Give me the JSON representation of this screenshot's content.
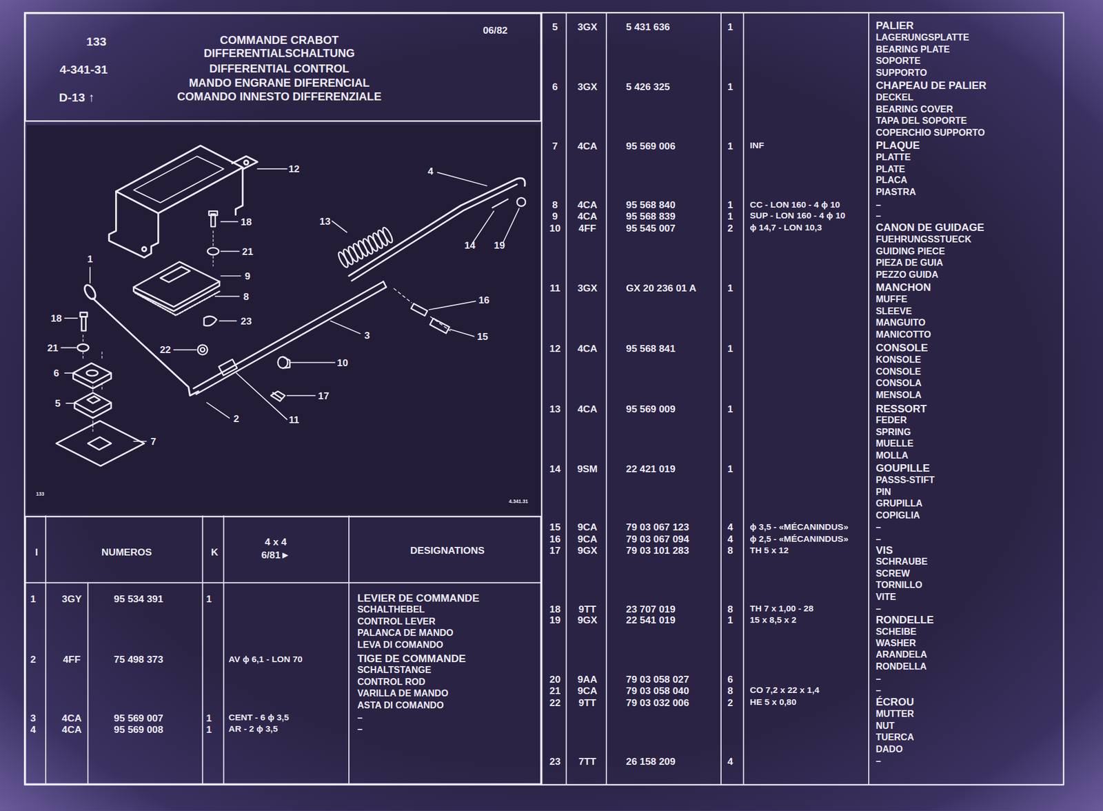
{
  "diagram": {
    "title": "COMMANDE CRABOT",
    "nodes": [
      {
        "text": [
          "133",
          "4-341-31",
          "D-13 ↑",
          "DIFFERENTIALSCHALTUNG",
          "DIFFERENTIAL CONTROL",
          "MANDO ENGRANE DIFERENCIAL",
          "COMANDO INNESTO DIFFERENZIALE",
          "06/82"
        ]
      },
      {
        "text": [
          "133",
          "4.341.31"
        ]
      },
      {
        "text": [
          "I",
          "NUMEROS",
          "K",
          "4 x 4",
          "6/81►",
          "DESIGNATIONS"
        ]
      }
    ],
    "labels": [
      "12",
      "4",
      "18",
      "13",
      "21",
      "14",
      "19",
      "1",
      "9",
      "8",
      "23",
      "16",
      "18",
      "3",
      "15",
      "21",
      "22",
      "10",
      "6",
      "17",
      "5",
      "2",
      "11",
      "7",
      "1",
      "3GY",
      "95 534 391",
      "1",
      "LEVIER DE COMMANDE",
      "SCHALTHEBEL",
      "CONTROL LEVER",
      "PALANCA DE MANDO",
      "LEVA DI COMANDO",
      "2",
      "4FF",
      "75 498 373",
      "AV ϕ 6,1 - LON 70",
      "TIGE DE COMMANDE",
      "SCHALTSTANGE",
      "CONTROL ROD",
      "VARILLA DE MANDO",
      "ASTA DI COMANDO",
      "3",
      "4CA",
      "95 569 007",
      "1",
      "CENT - 6 ϕ 3,5",
      "–",
      "4",
      "4CA",
      "95 569 008",
      "1",
      "AR - 2 ϕ 3,5",
      "–",
      "5",
      "3GX",
      "5 431 636",
      "1",
      "PALIER",
      "LAGERUNGSPLATTE",
      "BEARING PLATE",
      "SOPORTE",
      "SUPPORTO",
      "6",
      "3GX",
      "5 426 325",
      "1",
      "CHAPEAU DE PALIER",
      "DECKEL",
      "BEARING COVER",
      "TAPA DEL SOPORTE",
      "COPERCHIO SUPPORTO",
      "7",
      "4CA",
      "95 569 006",
      "1",
      "INF",
      "PLAQUE",
      "PLATTE",
      "PLATE",
      "PLACA",
      "PIASTRA",
      "8",
      "4CA",
      "95 568 840",
      "1",
      "CC - LON 160 - 4 ϕ 10",
      "–",
      "9",
      "4CA",
      "95 568 839",
      "1",
      "SUP - LON 160 - 4 ϕ 10",
      "–",
      "10",
      "4FF",
      "95 545 007",
      "2",
      "ϕ 14,7 - LON 10,3",
      "CANON DE GUIDAGE",
      "FUEHRUNGSSTUECK",
      "GUIDING PIECE",
      "PIEZA DE GUIA",
      "PEZZO GUIDA",
      "11",
      "3GX",
      "GX 20 236 01 A",
      "1",
      "MANCHON",
      "MUFFE",
      "SLEEVE",
      "MANGUITO",
      "MANICOTTO",
      "12",
      "4CA",
      "95 568 841",
      "1",
      "CONSOLE",
      "KONSOLE",
      "CONSOLE",
      "CONSOLA",
      "MENSOLA",
      "13",
      "4CA",
      "95 569 009",
      "1",
      "RESSORT",
      "FEDER",
      "SPRING",
      "MUELLE",
      "MOLLA",
      "14",
      "9SM",
      "22 421 019",
      "1",
      "GOUPILLE",
      "PASSS-STIFT",
      "PIN",
      "GRUPILLA",
      "COPIGLIA",
      "15",
      "9CA",
      "79 03 067 123",
      "4",
      "ϕ 3,5 - «MÉCANINDUS»",
      "–",
      "16",
      "9CA",
      "79 03 067 094",
      "4",
      "ϕ 2,5 - «MÉCANINDUS»",
      "–",
      "17",
      "9GX",
      "79 03 101 283",
      "8",
      "TH 5 x 12",
      "VIS",
      "SCHRAUBE",
      "SCREW",
      "TORNILLO",
      "VITE",
      "18",
      "9TT",
      "23 707 019",
      "8",
      "TH 7 x 1,00 - 28",
      "–",
      "19",
      "9GX",
      "22 541 019",
      "1",
      "15 x 8,5 x 2",
      "RONDELLE",
      "SCHEIBE",
      "WASHER",
      "ARANDELA",
      "RONDELLA",
      "20",
      "9AA",
      "79 03 058 027",
      "6",
      "–",
      "21",
      "9CA",
      "79 03 058 040",
      "8",
      "CO 7,2 x 22 x 1,4",
      "–",
      "22",
      "9TT",
      "79 03 032 006",
      "2",
      "HE 5 x 0,80",
      "ÉCROU",
      "MUTTER",
      "NUT",
      "TUERCA",
      "DADO",
      "23",
      "7TT",
      "26 158 209",
      "4",
      "–"
    ]
  }
}
